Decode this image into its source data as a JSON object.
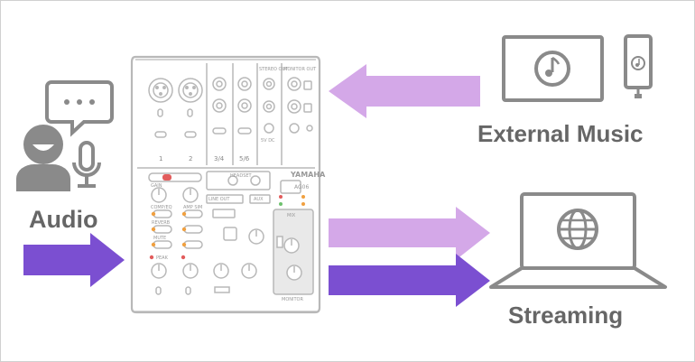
{
  "labels": {
    "audio": "Audio",
    "external_music": "External Music",
    "streaming": "Streaming"
  },
  "mixer": {
    "brand": "YAMAHA",
    "model": "AG06",
    "channel_numbers": [
      "1",
      "2",
      "3/4",
      "5/6"
    ],
    "section_labels": {
      "monitor_out": "MONITOR OUT",
      "headset": "HEADSET",
      "stereo_out": "STEREO OUT",
      "monitor": "MONITOR",
      "gain": "GAIN",
      "comp_eq": "COMP/EQ",
      "amp_sim": "AMP SIM",
      "reverb": "REVERB",
      "mute": "MUTE",
      "peak": "PEAK",
      "line_out": "LINE OUT",
      "aux": "AUX",
      "mix": "MIX",
      "power": "5V DC"
    }
  },
  "colors": {
    "gray": "#8a8a8a",
    "light_purple": "#d4a8e8",
    "dark_purple": "#7b4fd1",
    "mixer_line": "#b8b8b8",
    "accent_red": "#e25c5c",
    "accent_orange": "#f0a040"
  },
  "icons": [
    "speech-bubble-icon",
    "person-icon",
    "microphone-icon",
    "tablet-music-icon",
    "phone-music-icon",
    "laptop-globe-icon"
  ]
}
